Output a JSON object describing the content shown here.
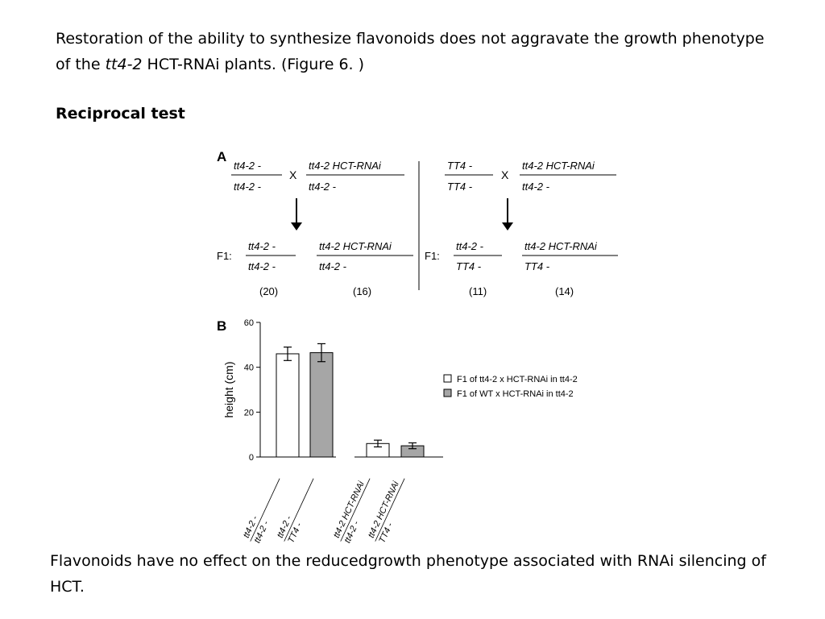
{
  "title": {
    "before": "Restoration of the ability to synthesize flavonoids does not aggravate the growth phenotype of the ",
    "italic": "tt4-2",
    "after": " HCT-RNAi plants. (Figure 6. )"
  },
  "subtitle": "Reciprocal test",
  "caption": "Flavonoids have no effect on the reducedgrowth phenotype associated with RNAi silencing of HCT.",
  "panel_a": {
    "label": "A",
    "cross_symbol": "X",
    "f1_label": "F1:",
    "left": {
      "parent1": {
        "top": "tt4-2  -",
        "bottom": "tt4-2  -"
      },
      "parent2": {
        "top": "tt4-2  HCT-RNAi",
        "bottom": "tt4-2     -"
      },
      "f1_a": {
        "top": "tt4-2  -",
        "bottom": "tt4-2  -"
      },
      "f1_b": {
        "top": "tt4-2  HCT-RNAi",
        "bottom": "tt4-2     -"
      },
      "count_a": "(20)",
      "count_b": "(16)"
    },
    "right": {
      "parent1": {
        "top": "TT4  -",
        "bottom": "TT4  -"
      },
      "parent2": {
        "top": "tt4-2  HCT-RNAi",
        "bottom": "tt4-2     -"
      },
      "f1_a": {
        "top": "tt4-2  -",
        "bottom": "TT4  -"
      },
      "f1_b": {
        "top": "tt4-2  HCT-RNAi",
        "bottom": "TT4     -"
      },
      "count_a": "(11)",
      "count_b": "(14)"
    }
  },
  "panel_b_label": "B",
  "chart_data": {
    "type": "bar",
    "ylabel": "height (cm)",
    "ylim": [
      0,
      60
    ],
    "yticks": [
      0,
      20,
      40,
      60
    ],
    "categories": [
      {
        "top": "tt4-2  -",
        "bottom": "tt4-2  -"
      },
      {
        "top": "tt4-2  -",
        "bottom": "TT4  -"
      },
      {
        "top": "tt4-2  HCT-RNAi",
        "bottom": "tt4-2     -"
      },
      {
        "top": "tt4-2  HCT-RNAi",
        "bottom": "TT4     -"
      }
    ],
    "bars": [
      {
        "value": 46,
        "error": 3,
        "color": "#ffffff"
      },
      {
        "value": 46.5,
        "error": 4,
        "color": "#a6a6a6"
      },
      {
        "value": 6,
        "error": 1.5,
        "color": "#ffffff"
      },
      {
        "value": 5,
        "error": 1.3,
        "color": "#a6a6a6"
      }
    ],
    "legend": [
      {
        "label": "F1 of tt4-2 x HCT-RNAi in tt4-2",
        "color": "#ffffff"
      },
      {
        "label": "F1 of WT x HCT-RNAi in tt4-2",
        "color": "#a6a6a6"
      }
    ],
    "grid": false
  }
}
